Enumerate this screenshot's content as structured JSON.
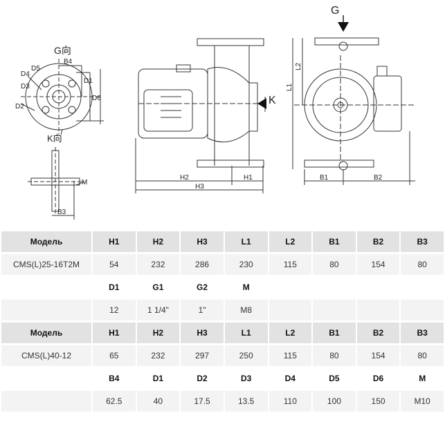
{
  "drawing": {
    "view_g_label": "G向",
    "view_k_label": "K向",
    "arrow_g": "G",
    "arrow_k": "K",
    "dims": {
      "B4": "B4",
      "D1": "D1",
      "D6": "D6",
      "D5": "D5",
      "D4": "D4",
      "D3": "D3",
      "D2": "D2",
      "M": "M",
      "B3": "B3",
      "H1": "H1",
      "H2": "H2",
      "H3": "H3",
      "L1": "L1",
      "L2": "L2",
      "B1": "B1",
      "B2": "B2"
    }
  },
  "table1": {
    "header": [
      "Модель",
      "H1",
      "H2",
      "H3",
      "L1",
      "L2",
      "B1",
      "B2",
      "B3"
    ],
    "row": [
      "CMS(L)25-16T2M",
      "54",
      "232",
      "286",
      "230",
      "115",
      "80",
      "154",
      "80"
    ],
    "header2": [
      "",
      "D1",
      "G1",
      "G2",
      "M",
      "",
      "",
      "",
      ""
    ],
    "row2": [
      "",
      "12",
      "1 1/4\"",
      "1\"",
      "M8",
      "",
      "",
      "",
      ""
    ]
  },
  "table2": {
    "header": [
      "Модель",
      "H1",
      "H2",
      "H3",
      "L1",
      "L2",
      "B1",
      "B2",
      "B3"
    ],
    "row": [
      "CMS(L)40-12",
      "65",
      "232",
      "297",
      "250",
      "115",
      "80",
      "154",
      "80"
    ],
    "header2": [
      "",
      "B4",
      "D1",
      "D2",
      "D3",
      "D4",
      "D5",
      "D6",
      "M"
    ],
    "row2": [
      "",
      "62.5",
      "40",
      "17.5",
      "13.5",
      "110",
      "100",
      "150",
      "M10"
    ]
  }
}
